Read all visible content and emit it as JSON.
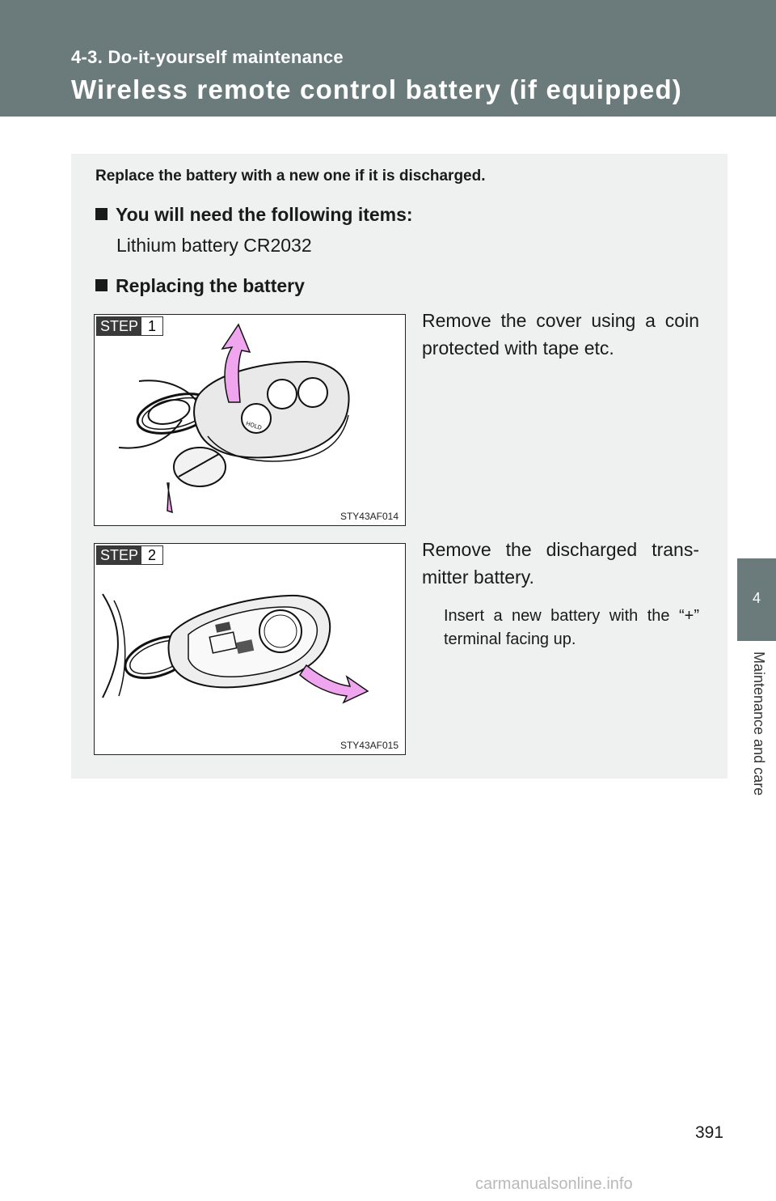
{
  "header": {
    "section": "4-3. Do-it-yourself maintenance",
    "title": "Wireless remote control battery (if equipped)"
  },
  "side_tab": {
    "chapter_number": "4",
    "chapter_title": "Maintenance and care"
  },
  "content": {
    "intro": "Replace the battery with a new one if it is discharged.",
    "heading_items": "You will need the following items:",
    "item_battery": "Lithium battery CR2032",
    "heading_replacing": "Replacing the battery",
    "steps": [
      {
        "badge_word": "STEP",
        "badge_number": "1",
        "figure_code": "STY43AF014",
        "text": "Remove the cover using a coin protected with tape etc."
      },
      {
        "badge_word": "STEP",
        "badge_number": "2",
        "figure_code": "STY43AF015",
        "text": "Remove the discharged trans-mitter battery.",
        "note": "Insert a new battery with the “+” terminal facing up."
      }
    ],
    "hold_label": "HOLD"
  },
  "page_number": "391",
  "watermark": "carmanualsonline.info",
  "colors": {
    "header": "#6b7b7b",
    "panel": "#eff0f0",
    "arrow": "#f0a6ee"
  }
}
